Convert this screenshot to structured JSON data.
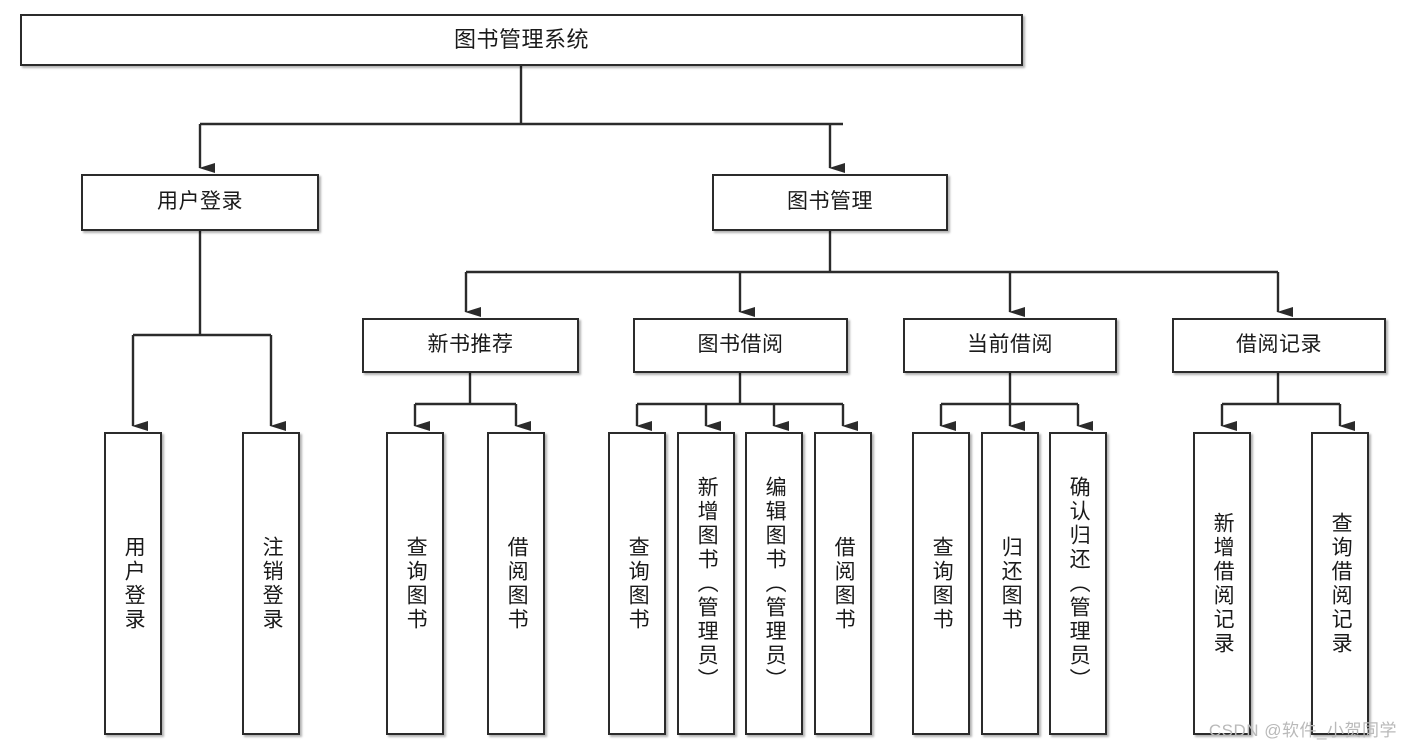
{
  "diagram": {
    "title": "图书管理系统",
    "type": "tree-hierarchy-diagram",
    "colors": {
      "box_border": "#2b2b2b",
      "box_fill": "#ffffff",
      "connector": "#2b2b2b",
      "text": "#1a1a1a",
      "watermark": "#b9b9b9",
      "background": "#ffffff"
    },
    "root": {
      "label": "图书管理系统"
    },
    "level2": [
      {
        "label": "用户登录"
      },
      {
        "label": "图书管理"
      }
    ],
    "level3": [
      {
        "label": "新书推荐"
      },
      {
        "label": "图书借阅"
      },
      {
        "label": "当前借阅"
      },
      {
        "label": "借阅记录"
      }
    ],
    "leaves": [
      {
        "label": "用户登录"
      },
      {
        "label": "注销登录"
      },
      {
        "label": "查询图书"
      },
      {
        "label": "借阅图书"
      },
      {
        "label": "查询图书"
      },
      {
        "label": "新增图书（管理员）"
      },
      {
        "label": "编辑图书（管理员）"
      },
      {
        "label": "借阅图书"
      },
      {
        "label": "查询图书"
      },
      {
        "label": "归还图书"
      },
      {
        "label": "确认归还（管理员）"
      },
      {
        "label": "新增借阅记录"
      },
      {
        "label": "查询借阅记录"
      }
    ]
  },
  "watermark": {
    "text": "CSDN @软件_小贺同学"
  }
}
